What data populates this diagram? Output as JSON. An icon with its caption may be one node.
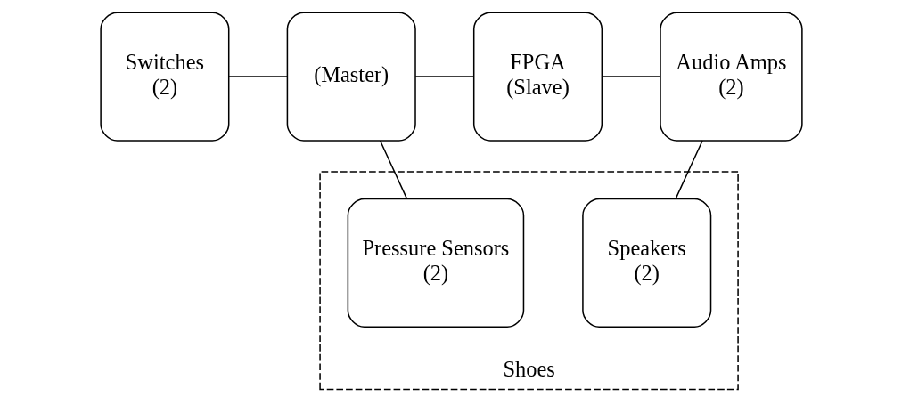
{
  "diagram": {
    "nodes": [
      {
        "text": [
          "Switches",
          "(2)"
        ]
      },
      {
        "text": [
          "(Master)"
        ]
      },
      {
        "text": [
          "FPGA",
          "(Slave)"
        ]
      },
      {
        "text": [
          "Audio Amps",
          "(2)"
        ]
      },
      {
        "text": [
          "Shoes"
        ]
      },
      {
        "text": [
          "Pressure Sensors",
          "(2)"
        ],
        "in": 4
      },
      {
        "text": [
          "Speakers",
          "(2)"
        ],
        "in": 4
      }
    ],
    "edges": [
      {
        "from": 0,
        "to": 1,
        "arrow": "none"
      },
      {
        "from": 1,
        "to": 2,
        "arrow": "none"
      },
      {
        "from": 2,
        "to": 3,
        "arrow": "none"
      },
      {
        "from": 1,
        "to": 5,
        "arrow": "none"
      },
      {
        "from": 3,
        "to": 6,
        "arrow": "none"
      }
    ]
  }
}
